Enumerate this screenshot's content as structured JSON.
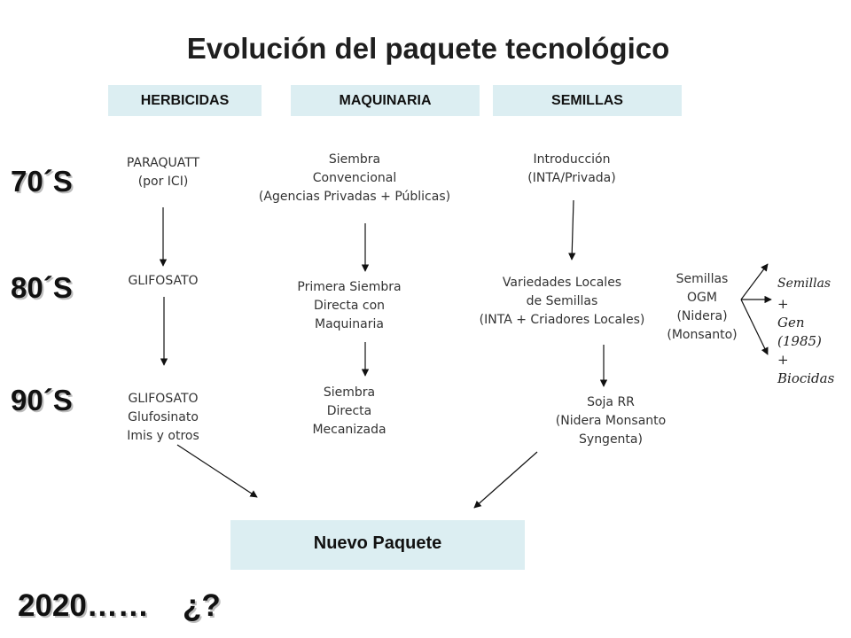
{
  "title": "Evolución  del paquete tecnológico",
  "headers": {
    "herbicidas": "HERBICIDAS",
    "maquinaria": "MAQUINARIA",
    "semillas": "SEMILLAS"
  },
  "decades": {
    "d70": "70´S",
    "d80": "80´S",
    "d90": "90´S"
  },
  "herbicidas": {
    "n70": [
      "PARAQUATT",
      "(por ICI)"
    ],
    "n80": [
      "GLIFOSATO"
    ],
    "n90": [
      "GLIFOSATO",
      "Glufosinato",
      "Imis y otros"
    ]
  },
  "maquinaria": {
    "n70": [
      "Siembra",
      "Convencional",
      "(Agencias Privadas + Públicas)"
    ],
    "n80": [
      "Primera Siembra",
      "Directa  con",
      "Maquinaria"
    ],
    "n90": [
      "Siembra",
      "Directa",
      "Mecanizada"
    ]
  },
  "semillas": {
    "n70": [
      "Introducción",
      "(INTA/Privada)"
    ],
    "n80": [
      "Variedades Locales",
      "de Semillas",
      "(INTA + Criadores Locales)"
    ],
    "n90": [
      "Soja RR",
      "(Nidera Monsanto",
      "Syngenta)"
    ],
    "ogm": [
      "Semillas",
      "OGM",
      "(Nidera)",
      "(Monsanto)"
    ],
    "branch_top": [
      "Semillas"
    ],
    "branch_bottom": [
      "+",
      "Gen",
      "(1985)",
      "+",
      "Biocidas"
    ]
  },
  "result": "Nuevo Paquete",
  "future": {
    "year": "2020……",
    "question": "¿?"
  },
  "colors": {
    "header_fill": "#dceef2",
    "text": "#333333",
    "arrow": "#111111"
  }
}
